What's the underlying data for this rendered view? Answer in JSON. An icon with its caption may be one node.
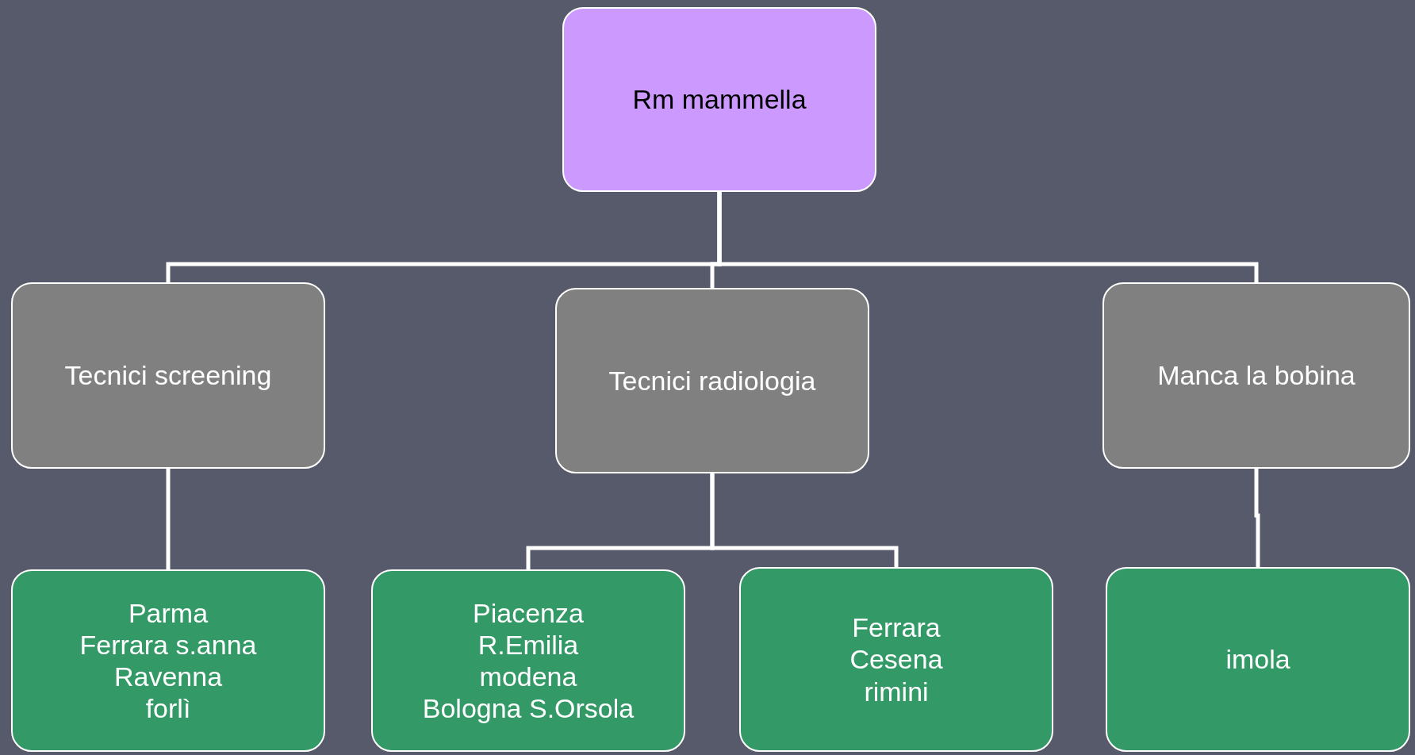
{
  "diagram": {
    "nodes": [
      {
        "text": [
          "Rm mammella"
        ]
      },
      {
        "text": [
          "Tecnici screening"
        ]
      },
      {
        "text": [
          "Tecnici radiologia"
        ]
      },
      {
        "text": [
          "Manca la bobina"
        ]
      },
      {
        "text": [
          "Parma",
          "Ferrara s.anna",
          "Ravenna",
          "forlì"
        ]
      },
      {
        "text": [
          "Piacenza",
          "R.Emilia",
          "modena",
          "Bologna S.Orsola"
        ]
      },
      {
        "text": [
          "Ferrara",
          "Cesena",
          "rimini"
        ]
      },
      {
        "text": [
          "imola"
        ]
      }
    ],
    "edges": [
      {
        "from": 0,
        "to": 1,
        "arrow": "none"
      },
      {
        "from": 0,
        "to": 2,
        "arrow": "none"
      },
      {
        "from": 0,
        "to": 3,
        "arrow": "none"
      },
      {
        "from": 1,
        "to": 4,
        "arrow": "none"
      },
      {
        "from": 2,
        "to": 5,
        "arrow": "none"
      },
      {
        "from": 2,
        "to": 6,
        "arrow": "none"
      },
      {
        "from": 3,
        "to": 7,
        "arrow": "none"
      }
    ]
  }
}
